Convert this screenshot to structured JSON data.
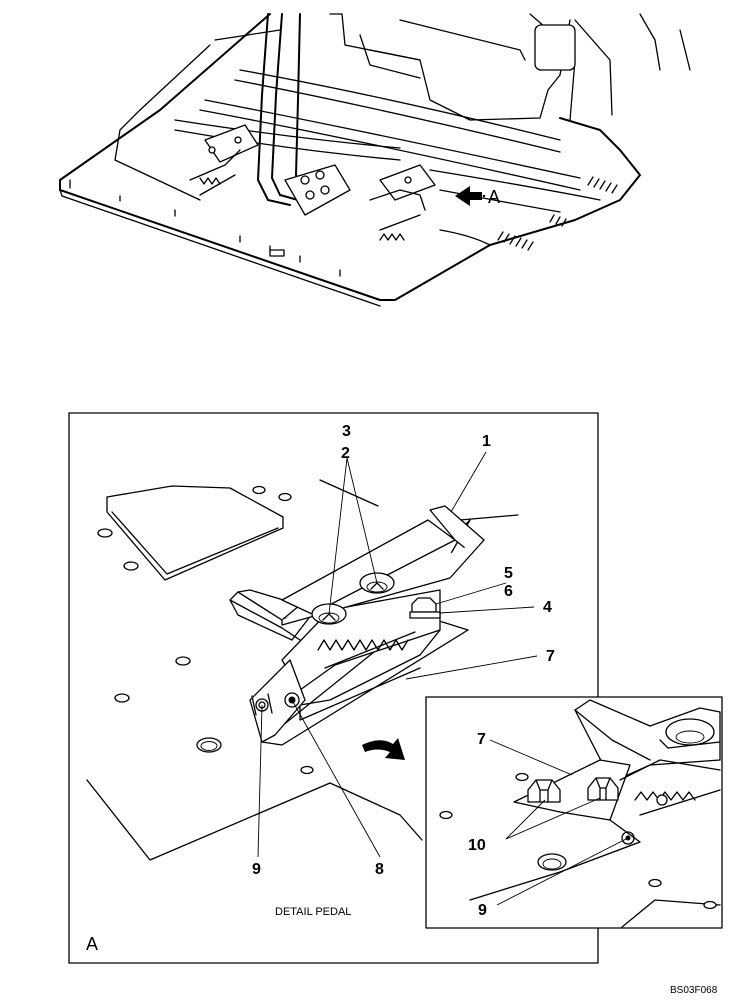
{
  "overview": {
    "view_arrow_label": "A"
  },
  "detail": {
    "frame_label": "A",
    "caption": "DETAIL PEDAL",
    "callouts": {
      "c1": "1",
      "c2": "2",
      "c3": "3",
      "c4": "4",
      "c5": "5",
      "c6": "6",
      "c7": "7",
      "c8": "8",
      "c9": "9"
    }
  },
  "inset": {
    "callouts": {
      "c7": "7",
      "c9": "9",
      "c10": "10"
    }
  },
  "document_id": "BS03F068"
}
